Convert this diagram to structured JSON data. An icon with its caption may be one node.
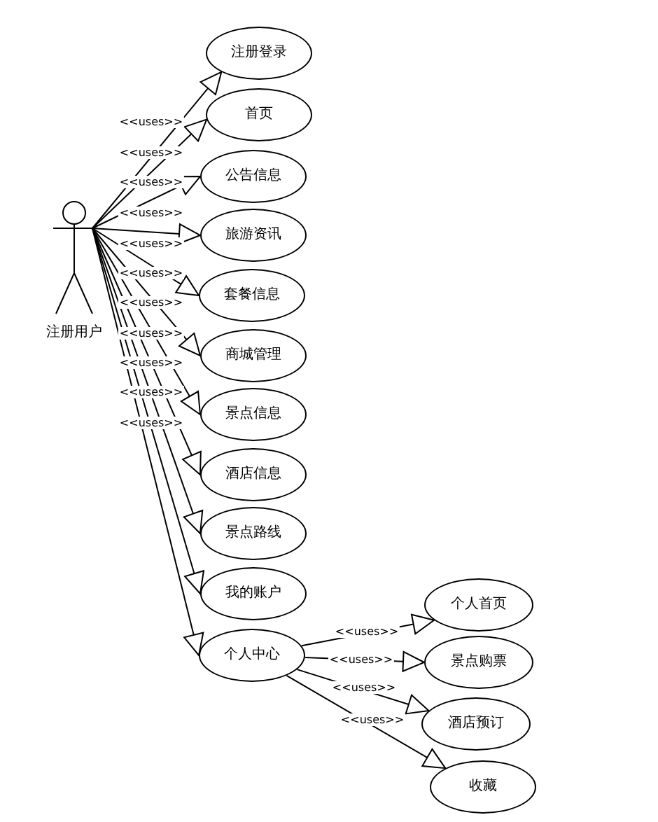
{
  "diagram": {
    "nodes": [
      {
        "text": [
          "注册用户"
        ]
      },
      {
        "text": [
          "注册登录"
        ]
      },
      {
        "text": [
          "首页"
        ]
      },
      {
        "text": [
          "公告信息"
        ]
      },
      {
        "text": [
          "旅游资讯"
        ]
      },
      {
        "text": [
          "套餐信息"
        ]
      },
      {
        "text": [
          "商城管理"
        ]
      },
      {
        "text": [
          "景点信息"
        ]
      },
      {
        "text": [
          "酒店信息"
        ]
      },
      {
        "text": [
          "景点路线"
        ]
      },
      {
        "text": [
          "我的账户"
        ]
      },
      {
        "text": [
          "个人中心"
        ]
      },
      {
        "text": [
          "个人首页"
        ]
      },
      {
        "text": [
          "景点购票"
        ]
      },
      {
        "text": [
          "酒店预订"
        ]
      },
      {
        "text": [
          "收藏"
        ]
      }
    ],
    "edges": [
      {
        "from": 0,
        "to": 1,
        "arrow": "to",
        "label": "<<uses>>"
      },
      {
        "from": 0,
        "to": 2,
        "arrow": "to",
        "label": "<<uses>>"
      },
      {
        "from": 0,
        "to": 3,
        "arrow": "to",
        "label": "<<uses>>"
      },
      {
        "from": 0,
        "to": 4,
        "arrow": "to",
        "label": "<<uses>>"
      },
      {
        "from": 0,
        "to": 5,
        "arrow": "to",
        "label": "<<uses>>"
      },
      {
        "from": 0,
        "to": 6,
        "arrow": "to",
        "label": "<<uses>>"
      },
      {
        "from": 0,
        "to": 7,
        "arrow": "to",
        "label": "<<uses>>"
      },
      {
        "from": 0,
        "to": 8,
        "arrow": "to",
        "label": "<<uses>>"
      },
      {
        "from": 0,
        "to": 9,
        "arrow": "to",
        "label": "<<uses>>"
      },
      {
        "from": 0,
        "to": 10,
        "arrow": "to",
        "label": "<<uses>>"
      },
      {
        "from": 0,
        "to": 11,
        "arrow": "to",
        "label": "<<uses>>"
      },
      {
        "from": 11,
        "to": 12,
        "arrow": "to",
        "label": "<<uses>>"
      },
      {
        "from": 11,
        "to": 13,
        "arrow": "to",
        "label": "<<uses>>"
      },
      {
        "from": 11,
        "to": 14,
        "arrow": "to",
        "label": "<<uses>>"
      },
      {
        "from": 11,
        "to": 15,
        "arrow": "to",
        "label": "<<uses>>"
      }
    ]
  }
}
